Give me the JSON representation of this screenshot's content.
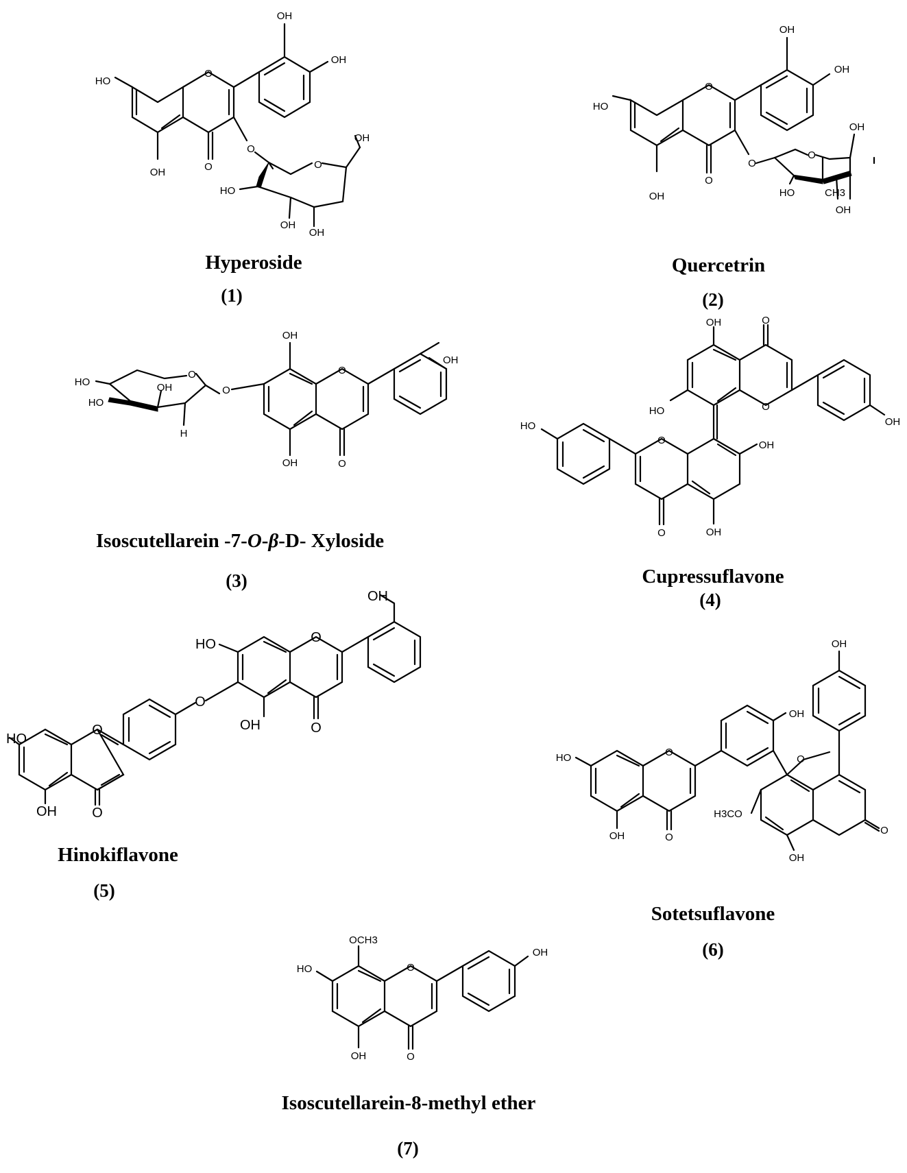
{
  "compounds": [
    {
      "name": "Hyperoside",
      "number": "(1)"
    },
    {
      "name": "Quercetrin",
      "number": "(2)"
    },
    {
      "name": "Isoscutellarein -7-O-β-D- Xyloside",
      "name_parts": [
        "Isoscutellarein -7-",
        "O",
        "-",
        "β",
        "-D- Xyloside"
      ],
      "number": "(3)"
    },
    {
      "name": "Cupressuflavone",
      "number": "(4)"
    },
    {
      "name": "Hinokiflavone",
      "number": "(5)"
    },
    {
      "name": "Sotetsuflavone",
      "number": "(6)"
    },
    {
      "name": "Isoscutellarein-8-methyl ether",
      "number": "(7)"
    }
  ],
  "atoms": {
    "O": "O",
    "OH": "OH",
    "HO": "HO",
    "H": "H",
    "OCH3": "OCH3",
    "CH3": "CH3",
    "H3CO": "H3CO"
  }
}
